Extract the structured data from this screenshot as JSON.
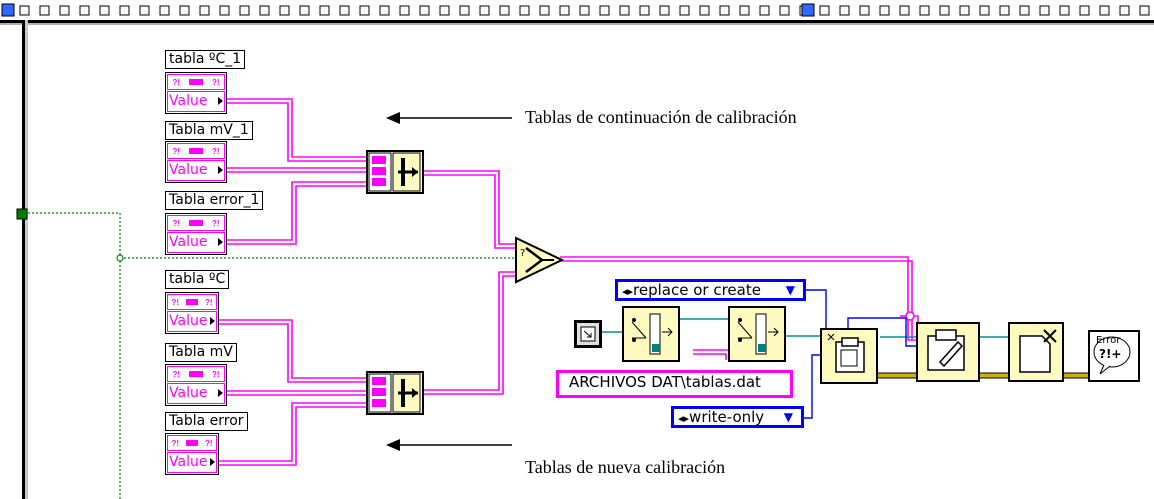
{
  "arrays": [
    {
      "label": "tabla ºC_1",
      "value": "Value"
    },
    {
      "label": "Tabla mV_1",
      "value": "Value"
    },
    {
      "label": "Tabla error_1",
      "value": "Value"
    },
    {
      "label": "tabla ºC",
      "value": "Value"
    },
    {
      "label": "Tabla mV",
      "value": "Value"
    },
    {
      "label": "Tabla error",
      "value": "Value"
    }
  ],
  "enums": {
    "mode": "replace or create",
    "access": "write-only"
  },
  "path_constant": "ARCHIVOS DAT\\tablas.dat",
  "annotations": {
    "top": "Tablas de continuación de calibración",
    "bottom": "Tablas de nueva calibración"
  },
  "error_handler": {
    "text": "Error",
    "symbol": "?!+"
  },
  "colors": {
    "wire_array": "#ff00ff",
    "wire_error": "#c8b400",
    "wire_path": "#009090",
    "wire_refnum": "#0000ff",
    "boolean_wire": "#008000",
    "node_fill": "#fffbc0"
  },
  "icons": [
    "build-array-icon",
    "select-icon",
    "path-constant-icon",
    "build-path-icon",
    "strip-path-icon",
    "open-file-icon",
    "write-file-icon",
    "close-file-icon",
    "error-handler-icon"
  ]
}
